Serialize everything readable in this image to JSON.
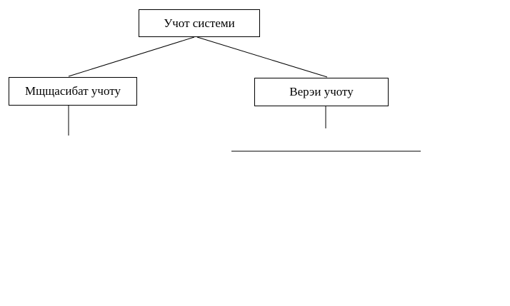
{
  "diagram": {
    "root": {
      "label": "Учот системи"
    },
    "children": [
      {
        "label": "Мщщасибат учоту"
      },
      {
        "label": "Верэи учоту"
      }
    ]
  }
}
